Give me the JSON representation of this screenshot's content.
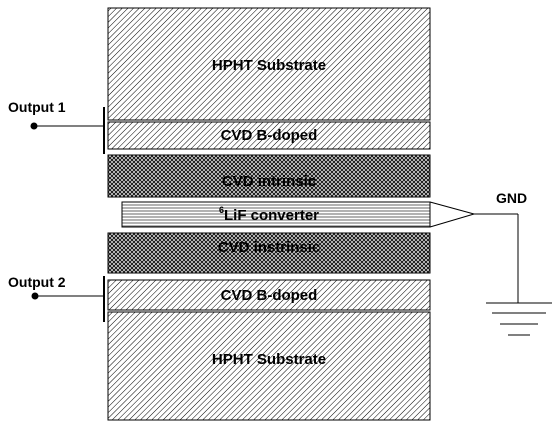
{
  "layers": {
    "top_substrate": "HPHT Substrate",
    "top_bdoped": "CVD B-doped",
    "top_intrinsic": "CVD intrinsic",
    "converter_sup": "6",
    "converter": "LiF converter",
    "bottom_intrinsic": "CVD instrinsic",
    "bottom_bdoped": "CVD B-doped",
    "bottom_substrate": "HPHT Substrate"
  },
  "labels": {
    "output1": "Output 1",
    "output2": "Output 2",
    "gnd": "GND"
  }
}
